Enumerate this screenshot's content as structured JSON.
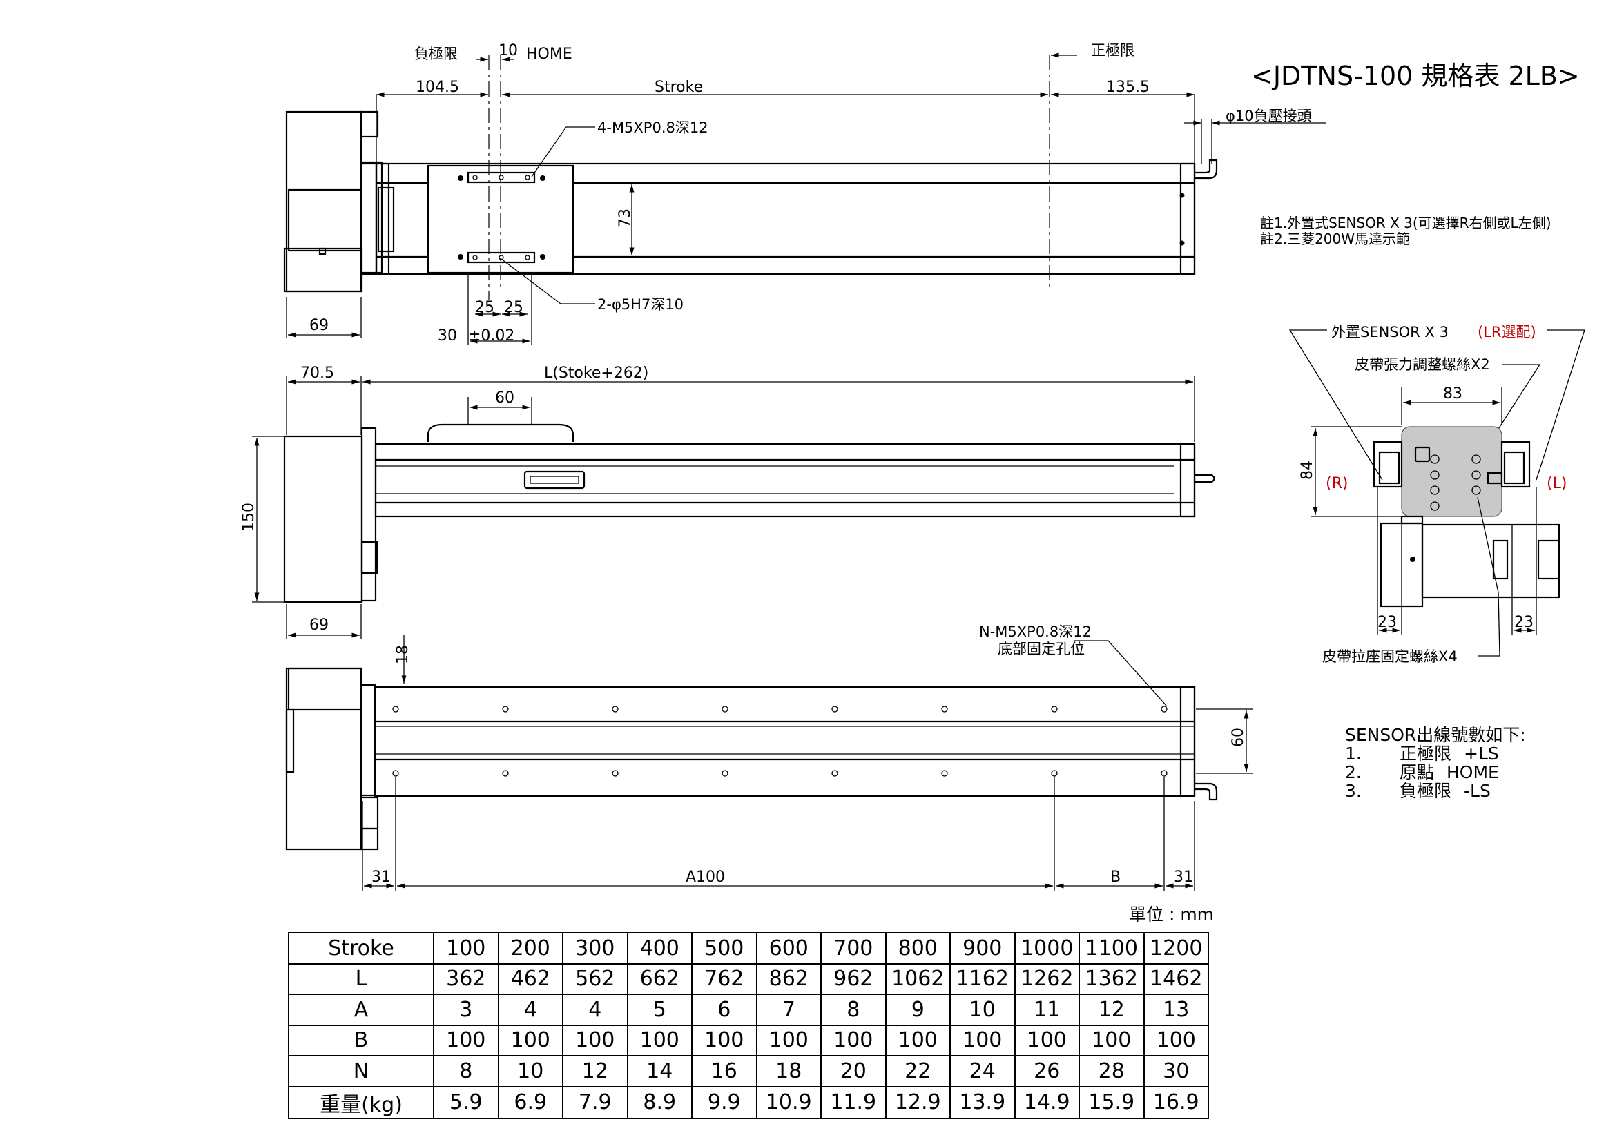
{
  "title": "<JDTNS-100 規格表 2LB>",
  "notes": [
    "註1.外置式SENSOR X 3(可選擇R右側或L左側)",
    "註2.三菱200W馬達示範"
  ],
  "top_view": {
    "neg_limit": "負極限",
    "home_10": "10",
    "home": "HOME",
    "pos_limit": "正極限",
    "dim_104_5": "104.5",
    "stroke": "Stroke",
    "dim_135_5": "135.5",
    "air_fitting": "φ10負壓接頭",
    "tap_holes": "4-M5XP0.8深12",
    "dim_73": "73",
    "pin_holes": "2-φ5H7深10",
    "dim_25a": "25",
    "dim_25b": "25",
    "dim_30": "30",
    "tol": "±0.02",
    "dim_69": "69"
  },
  "front_view": {
    "dim_70_5": "70.5",
    "length": "L(Stoke+262)",
    "dim_60": "60",
    "dim_150": "150",
    "dim_69": "69"
  },
  "bottom_view": {
    "dim_18": "18",
    "bottom_holes_1": "N-M5XP0.8深12",
    "bottom_holes_2": "底部固定孔位",
    "dim_60": "60",
    "dim_31a": "31",
    "dim_a100": "A100",
    "dim_b": "B",
    "dim_31b": "31"
  },
  "side_view": {
    "sensor_label": "外置SENSOR X 3",
    "sensor_option": "(LR選配)",
    "belt_tension": "皮帶張力調整螺絲X2",
    "dim_83": "83",
    "dim_84": "84",
    "r": "(R)",
    "l": "(L)",
    "dim_23a": "23",
    "dim_23b": "23",
    "belt_seat": "皮帶拉座固定螺絲X4"
  },
  "sensor_wiring": {
    "heading": "SENSOR出線號數如下:",
    "items": [
      {
        "no": "1.",
        "name": "正極限",
        "code": "+LS"
      },
      {
        "no": "2.",
        "name": "原點",
        "code": "HOME"
      },
      {
        "no": "3.",
        "name": "負極限",
        "code": "-LS"
      }
    ]
  },
  "unit": "單位 : mm",
  "table": {
    "rows": [
      {
        "label": "Stroke",
        "values": [
          "100",
          "200",
          "300",
          "400",
          "500",
          "600",
          "700",
          "800",
          "900",
          "1000",
          "1100",
          "1200"
        ]
      },
      {
        "label": "L",
        "values": [
          "362",
          "462",
          "562",
          "662",
          "762",
          "862",
          "962",
          "1062",
          "1162",
          "1262",
          "1362",
          "1462"
        ]
      },
      {
        "label": "A",
        "values": [
          "3",
          "4",
          "4",
          "5",
          "6",
          "7",
          "8",
          "9",
          "10",
          "11",
          "12",
          "13"
        ]
      },
      {
        "label": "B",
        "values": [
          "100",
          "100",
          "100",
          "100",
          "100",
          "100",
          "100",
          "100",
          "100",
          "100",
          "100",
          "100"
        ]
      },
      {
        "label": "N",
        "values": [
          "8",
          "10",
          "12",
          "14",
          "16",
          "18",
          "20",
          "22",
          "24",
          "26",
          "28",
          "30"
        ]
      },
      {
        "label": "重量(kg)",
        "values": [
          "5.9",
          "6.9",
          "7.9",
          "8.9",
          "9.9",
          "10.9",
          "11.9",
          "12.9",
          "13.9",
          "14.9",
          "15.9",
          "16.9"
        ]
      }
    ]
  }
}
